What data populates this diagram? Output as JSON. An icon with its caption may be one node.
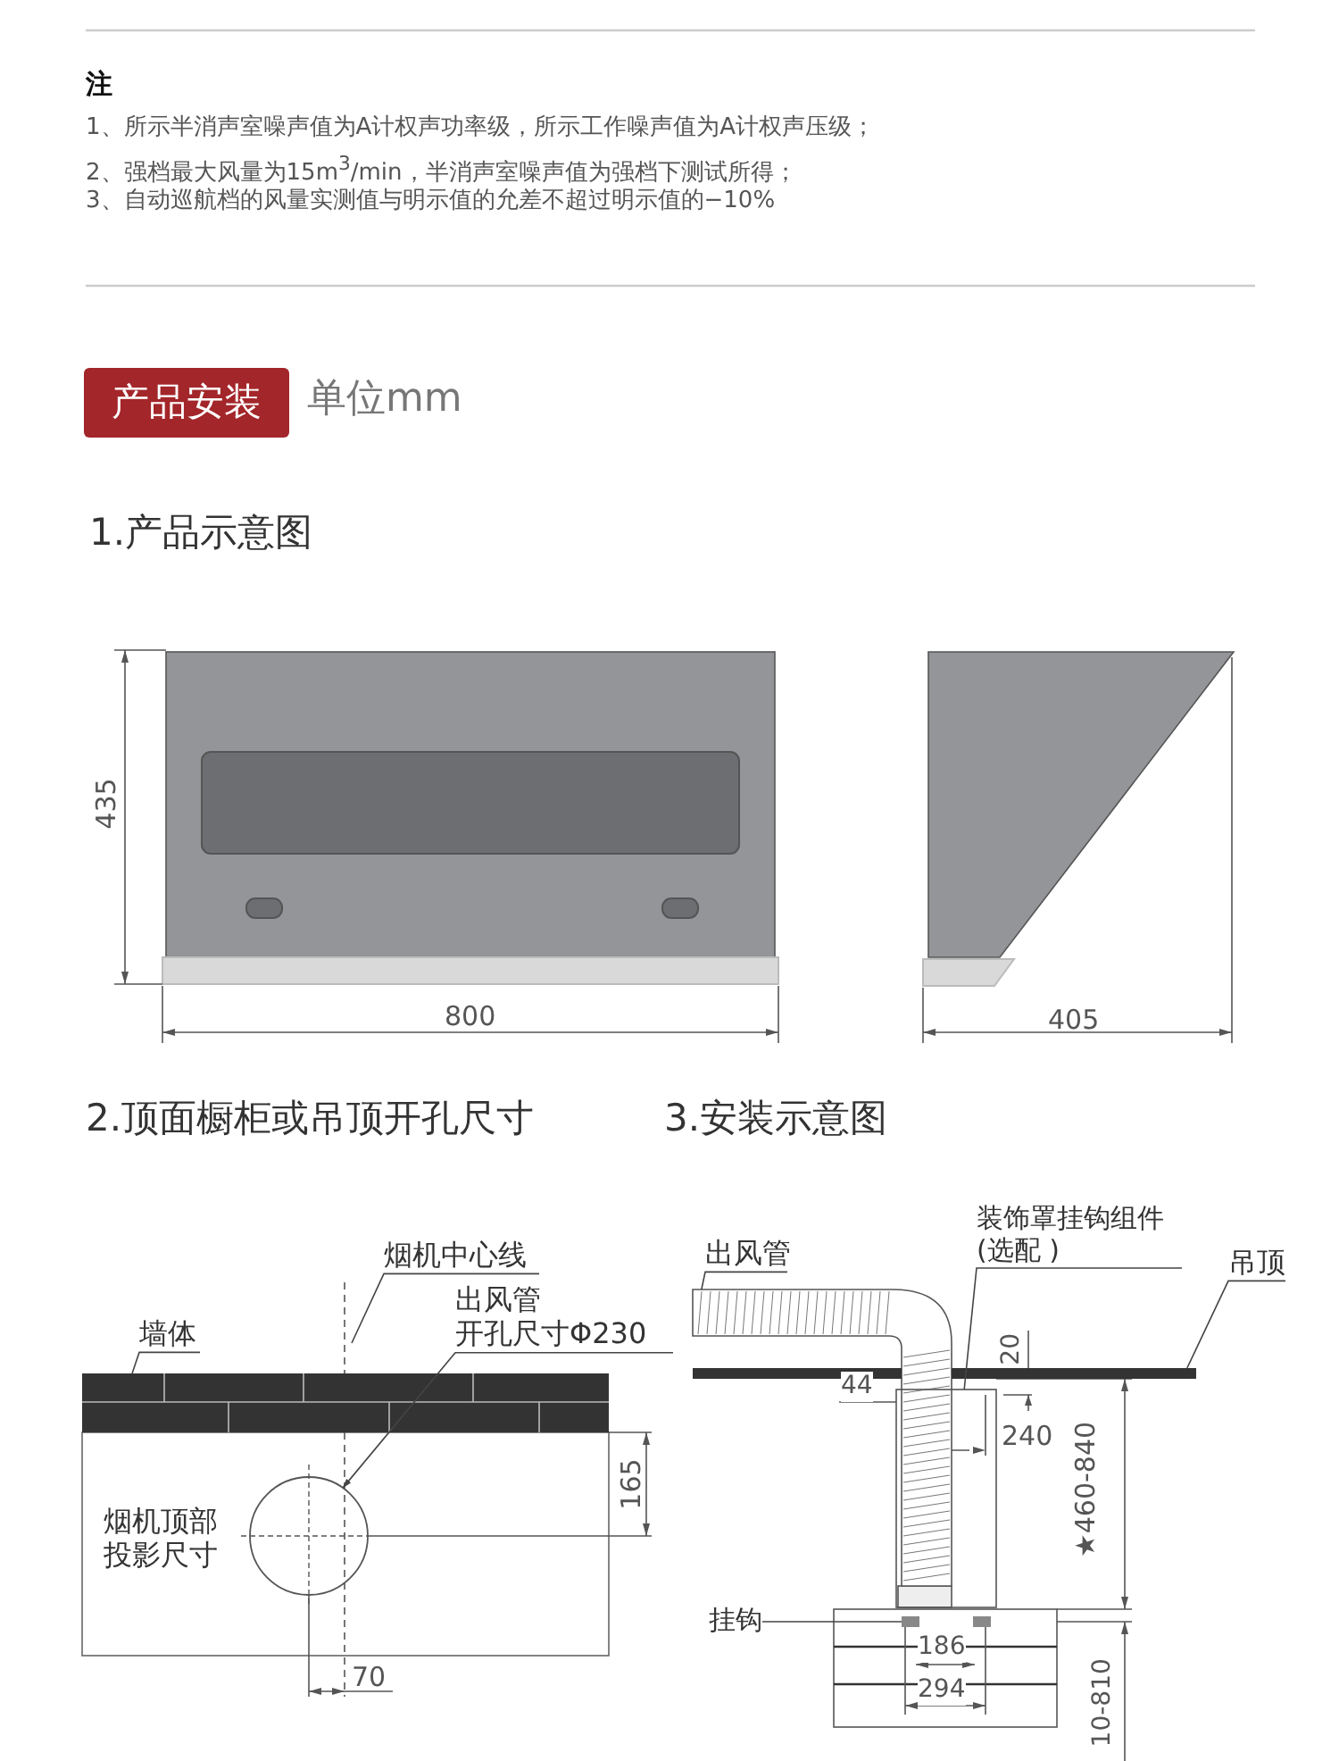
{
  "diagram": {
    "nodes": [
      {
        "text": [
          "产品安装"
        ],
        "beside": [
          "单位mm"
        ]
      },
      {
        "text": [
          "墙体"
        ]
      },
      {
        "text": [
          "烟机中心线"
        ]
      },
      {
        "text": [
          "出风管",
          "开孔尺寸Φ230"
        ]
      },
      {
        "text": [
          "出风管"
        ]
      },
      {
        "text": [
          "装饰罩挂钩组件",
          "(选配 )"
        ]
      },
      {
        "text": [
          "吊顶"
        ]
      },
      {
        "text": [
          "挂钩"
        ]
      },
      {
        "text": [],
        "shape": "box"
      },
      {
        "text": [],
        "shape": "circle"
      },
      {
        "text": [],
        "shape": "picture"
      },
      {
        "text": [],
        "shape": "box"
      },
      {
        "text": [],
        "shape": "bar"
      },
      {
        "text": [],
        "shape": "box"
      }
    ],
    "edges": [
      {
        "from": 1,
        "to": 8,
        "arrow": "none"
      },
      {
        "from": 2,
        "to": null,
        "arrow": "none"
      },
      {
        "from": 3,
        "to": 9,
        "arrow": "to"
      },
      {
        "from": 4,
        "to": 10,
        "arrow": "none"
      },
      {
        "from": 5,
        "to": 11,
        "arrow": "none"
      },
      {
        "from": 6,
        "to": 12,
        "arrow": "none"
      },
      {
        "from": 7,
        "to": 13,
        "arrow": "none"
      }
    ],
    "labels": [
      "注",
      "1、所示半消声室噪声值为A计权声功率级，所示工作噪声值为A计权声压级；",
      "2、强档最大风量为15m$^{3}$/min，半消声室噪声值为强档下测试所得；",
      "3、自动巡航档的风量实测值与明示值的允差不超过明示值的−10%",
      "1.产品示意图",
      "435",
      "800",
      "405",
      "2.顶面橱柜或吊顶开孔尺寸",
      "3.安装示意图",
      "烟机顶部投影尺寸",
      "165",
      "70",
      "20",
      "44",
      "240",
      "★460-840",
      "186",
      "294",
      "10-810"
    ]
  }
}
